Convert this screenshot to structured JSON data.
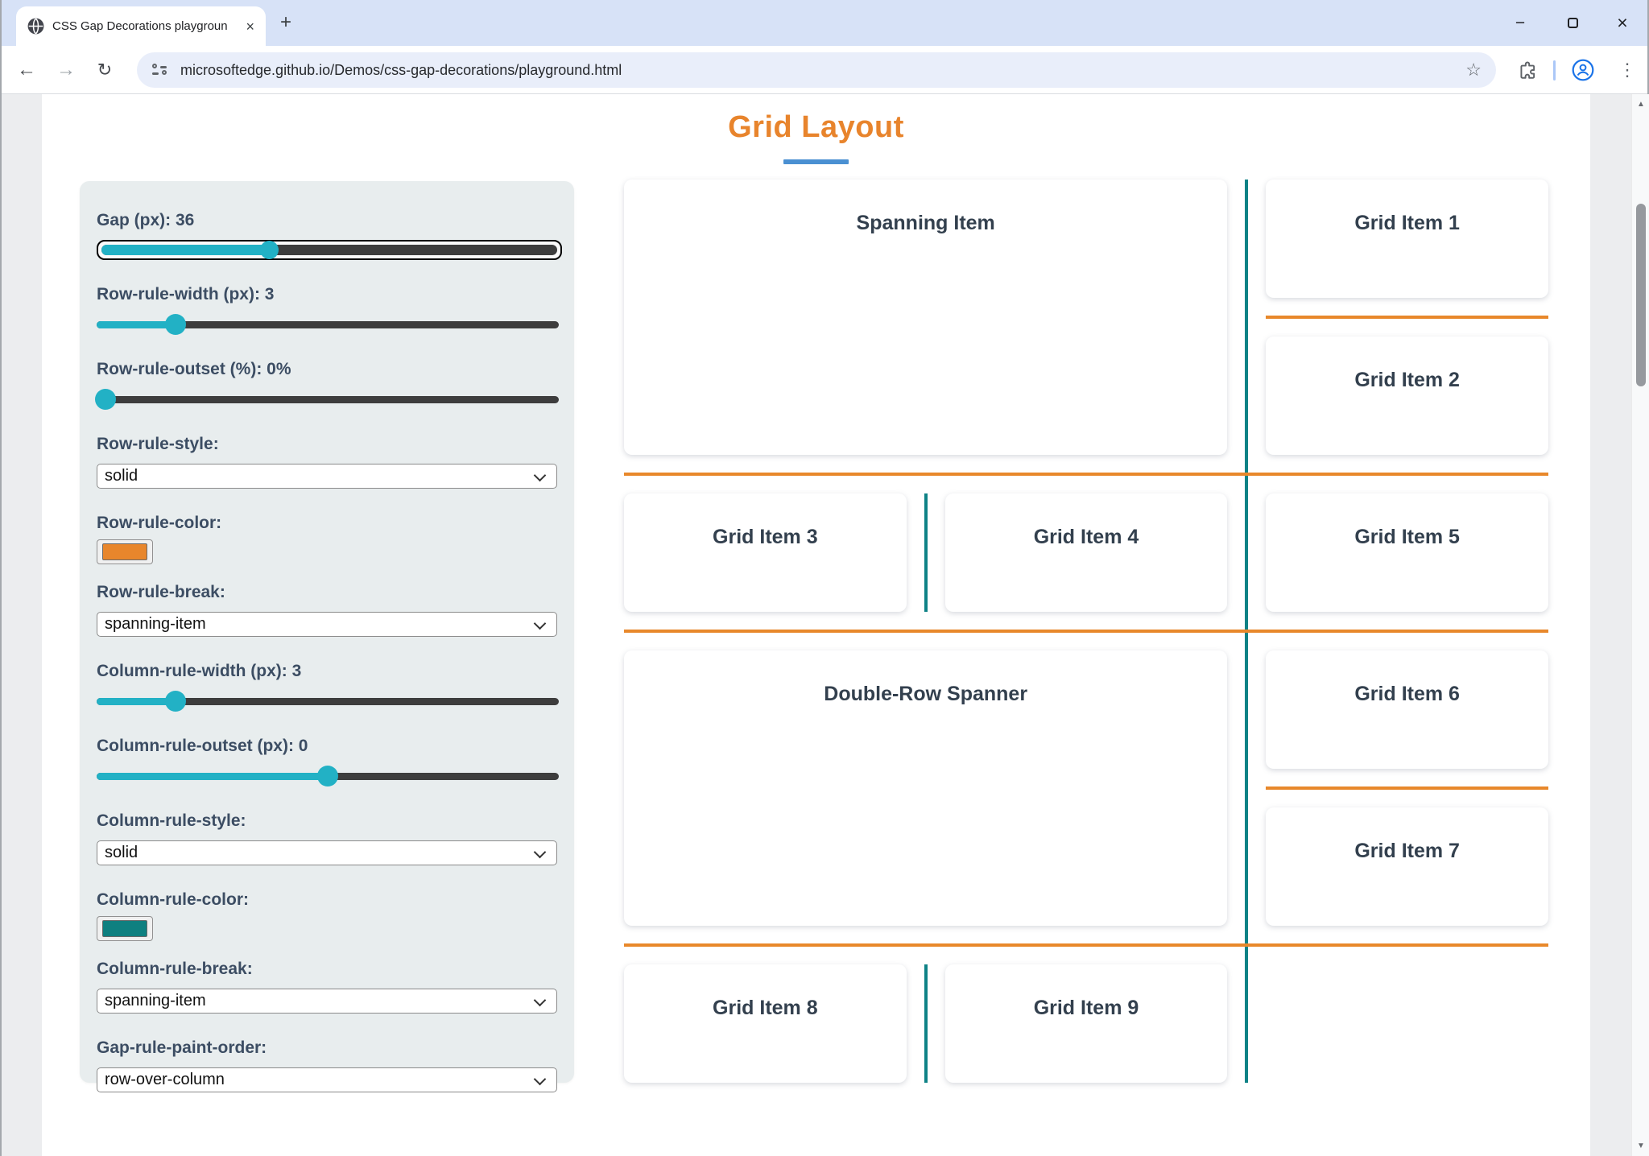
{
  "browser": {
    "tab_title": "CSS Gap Decorations playgroun",
    "url": "microsoftedge.github.io/Demos/css-gap-decorations/playground.html"
  },
  "icons": {
    "back": "←",
    "forward": "→",
    "reload": "↻",
    "bookmark": "☆",
    "menu": "⋮",
    "minimize": "−",
    "close": "×",
    "tab_close": "×",
    "new_tab": "+",
    "scroll_up": "▲",
    "scroll_down": "▼"
  },
  "page": {
    "title": "Grid Layout",
    "controls": [
      {
        "type": "slider",
        "label": "Gap (px): 36",
        "pct": 37,
        "focused": true
      },
      {
        "type": "slider",
        "label": "Row-rule-width (px): 3",
        "pct": 17
      },
      {
        "type": "slider",
        "label": "Row-rule-outset (%): 0%",
        "pct": 2
      },
      {
        "type": "select",
        "label": "Row-rule-style:",
        "value": "solid"
      },
      {
        "type": "color",
        "label": "Row-rule-color:",
        "color": "#e8862c"
      },
      {
        "type": "select",
        "label": "Row-rule-break:",
        "value": "spanning-item"
      },
      {
        "type": "slider",
        "label": "Column-rule-width (px): 3",
        "pct": 17
      },
      {
        "type": "slider",
        "label": "Column-rule-outset (px): 0",
        "pct": 50
      },
      {
        "type": "select",
        "label": "Column-rule-style:",
        "value": "solid"
      },
      {
        "type": "color",
        "label": "Column-rule-color:",
        "color": "#0f8080"
      },
      {
        "type": "select",
        "label": "Column-rule-break:",
        "value": "spanning-item"
      },
      {
        "type": "select",
        "label": "Gap-rule-paint-order:",
        "value": "row-over-column"
      }
    ],
    "grid_items": [
      "Spanning Item",
      "Grid Item 1",
      "Grid Item 2",
      "Grid Item 3",
      "Grid Item 4",
      "Grid Item 5",
      "Double-Row Spanner",
      "Grid Item 6",
      "Grid Item 7",
      "Grid Item 8",
      "Grid Item 9"
    ]
  },
  "theme": {
    "accent_orange": "#e8842c",
    "underline_blue": "#4a90d2",
    "row_rule": "#e8882b",
    "column_rule": "#0e8286",
    "slider_fill": "#22b1c5",
    "label_color": "#3c4d63",
    "card_text": "#33404e"
  }
}
